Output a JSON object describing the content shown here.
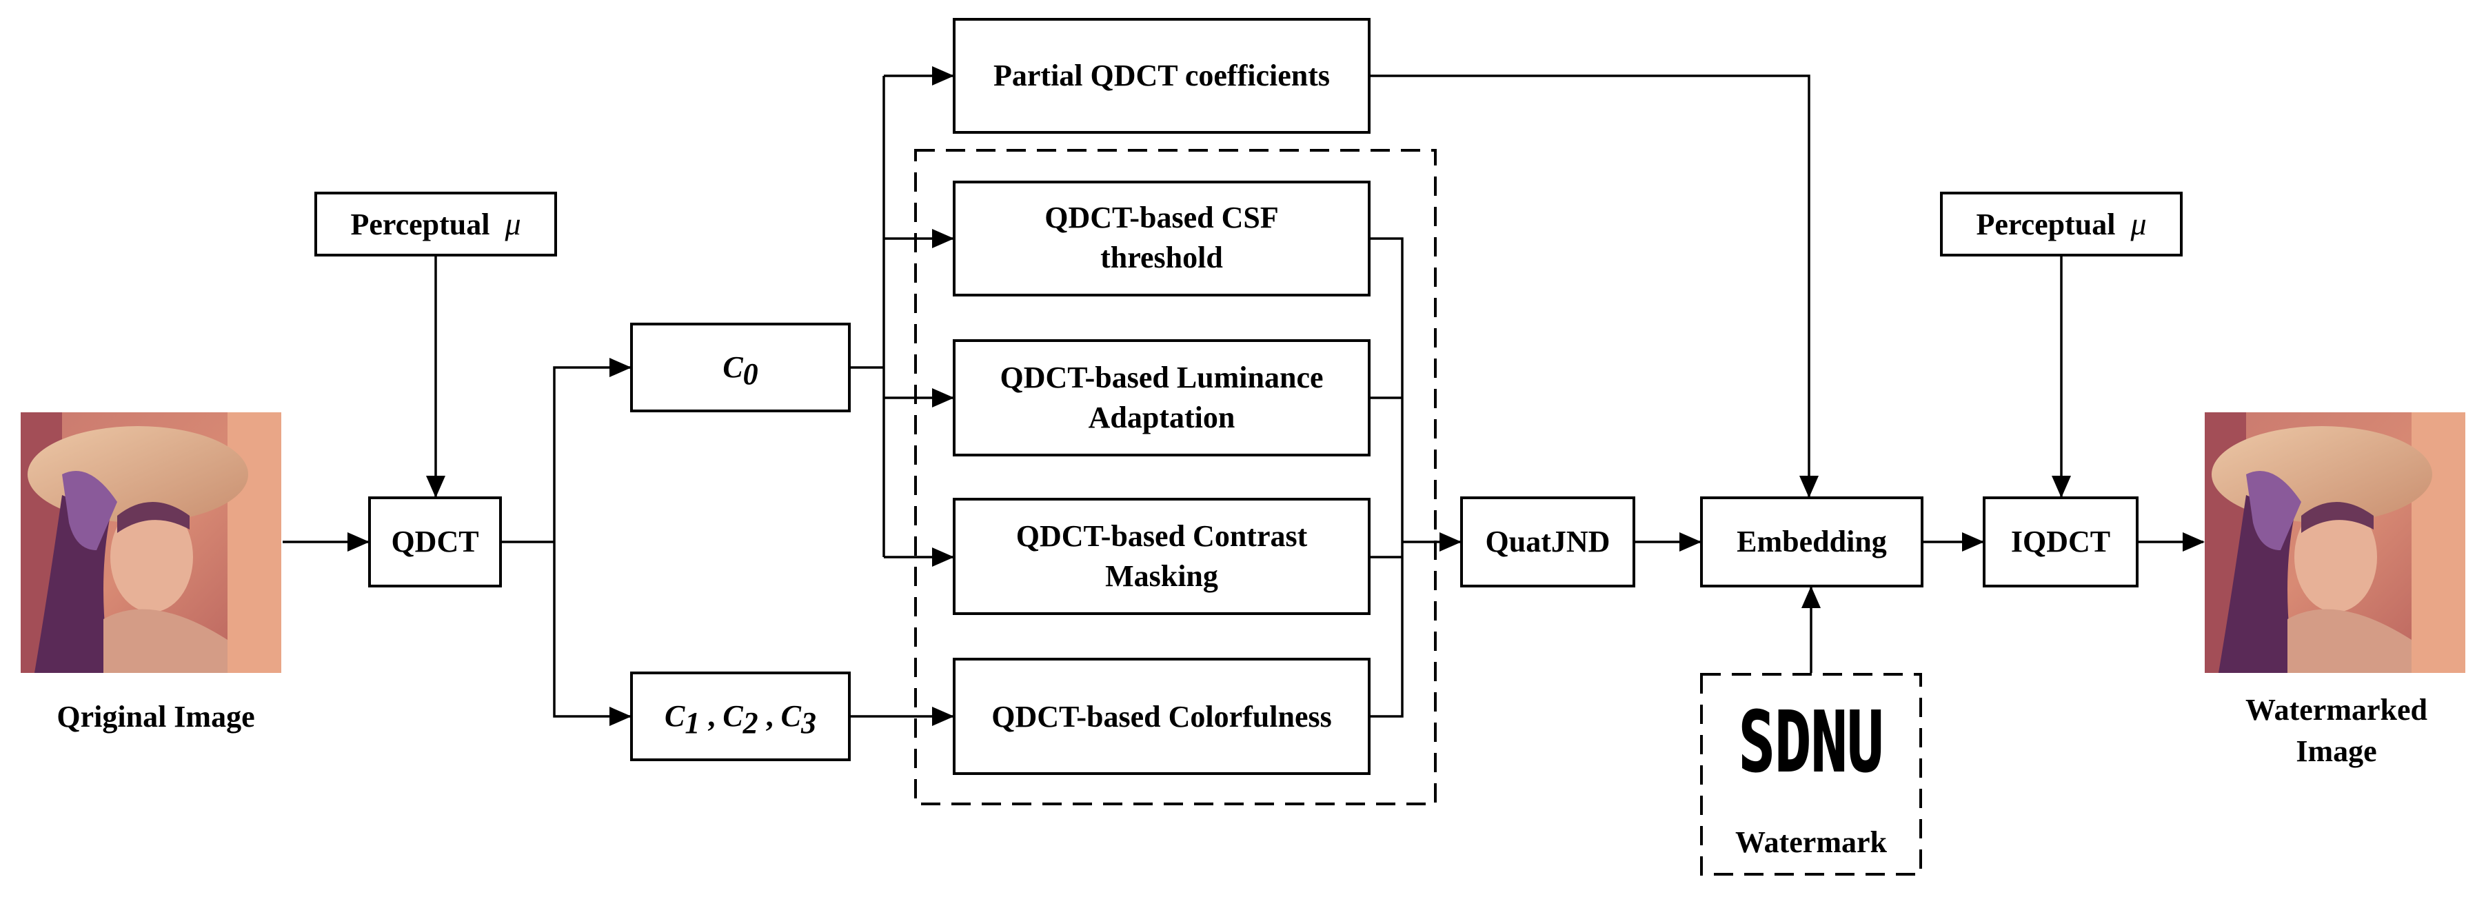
{
  "nodes": {
    "perceptual_left": {
      "label": "Perceptual",
      "symbol": "μ"
    },
    "qdct": {
      "label": "QDCT"
    },
    "c0": {
      "symbol": "C",
      "sub": "0"
    },
    "c123": {
      "terms": [
        {
          "symbol": "C",
          "sub": "1"
        },
        {
          "symbol": "C",
          "sub": "2"
        },
        {
          "symbol": "C",
          "sub": "3"
        }
      ],
      "separator": " , "
    },
    "partial": {
      "label": "Partial QDCT coefficients"
    },
    "csf": {
      "line1": "QDCT-based CSF",
      "line2": "threshold"
    },
    "luminance": {
      "line1": "QDCT-based Luminance",
      "line2": "Adaptation"
    },
    "contrast": {
      "line1": "QDCT-based Contrast",
      "line2": "Masking"
    },
    "colorfulness": {
      "label": "QDCT-based Colorfulness"
    },
    "quatjnd": {
      "label": "QuatJND"
    },
    "embedding": {
      "label": "Embedding"
    },
    "iqdct": {
      "label": "IQDCT"
    },
    "perceptual_right": {
      "label": "Perceptual",
      "symbol": "μ"
    }
  },
  "images": {
    "original": {
      "caption": "Qriginal Image"
    },
    "watermarked": {
      "caption_line1": "Watermarked",
      "caption_line2": "Image"
    },
    "watermark": {
      "logo_text": "SDNU",
      "caption": "Watermark"
    }
  }
}
